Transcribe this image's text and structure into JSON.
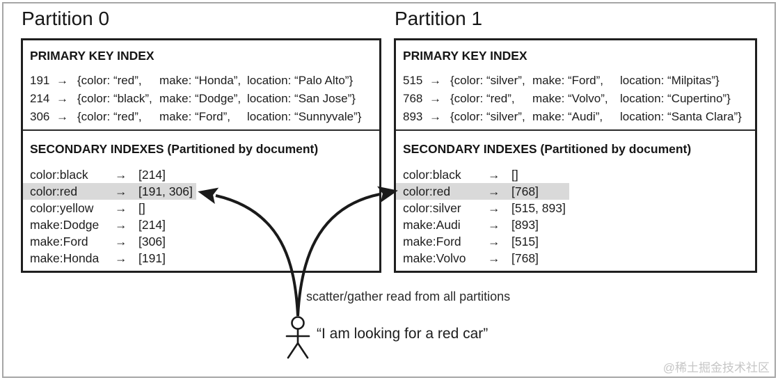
{
  "colors": {
    "highlight": "#d9d9d9",
    "ink": "#1f1f1f",
    "frame_gray": "#a6a6a6",
    "watermark_gray": "#c6c6c6"
  },
  "glyphs": {
    "maps_to": "→"
  },
  "partitions": [
    {
      "title": "Partition 0",
      "primary_heading": "PRIMARY KEY INDEX",
      "primary_rows": [
        {
          "id": "191",
          "color": "{color: “red”,",
          "make": "make: “Honda”,",
          "location": "location: “Palo Alto”}"
        },
        {
          "id": "214",
          "color": "{color: “black”,",
          "make": "make: “Dodge”,",
          "location": "location: “San Jose”}"
        },
        {
          "id": "306",
          "color": "{color: “red”,",
          "make": "make: “Ford”,",
          "location": "location: “Sunnyvale”}"
        }
      ],
      "secondary_heading": "SECONDARY INDEXES (Partitioned by document)",
      "secondary_rows": [
        {
          "key": "color:black",
          "value": "[214]"
        },
        {
          "key": "color:red",
          "value": "[191, 306]",
          "highlighted": true
        },
        {
          "key": "color:yellow",
          "value": "[]"
        },
        {
          "key": "make:Dodge",
          "value": "[214]"
        },
        {
          "key": "make:Ford",
          "value": "[306]"
        },
        {
          "key": "make:Honda",
          "value": "[191]"
        }
      ]
    },
    {
      "title": "Partition 1",
      "primary_heading": "PRIMARY KEY INDEX",
      "primary_rows": [
        {
          "id": "515",
          "color": "{color: “silver”,",
          "make": "make: “Ford”,",
          "location": "location: “Milpitas”}"
        },
        {
          "id": "768",
          "color": "{color: “red”,",
          "make": "make: “Volvo”,",
          "location": "location: “Cupertino”}"
        },
        {
          "id": "893",
          "color": "{color: “silver”,",
          "make": "make: “Audi”,",
          "location": "location: “Santa Clara”}"
        }
      ],
      "secondary_heading": "SECONDARY INDEXES (Partitioned by document)",
      "secondary_rows": [
        {
          "key": "color:black",
          "value": "[]"
        },
        {
          "key": "color:red",
          "value": "[768]",
          "highlighted": true
        },
        {
          "key": "color:silver",
          "value": "[515, 893]"
        },
        {
          "key": "make:Audi",
          "value": "[893]"
        },
        {
          "key": "make:Ford",
          "value": "[515]"
        },
        {
          "key": "make:Volvo",
          "value": "[768]"
        }
      ]
    }
  ],
  "annotation": "scatter/gather read from all partitions",
  "user_quote": "“I am looking for a red car”",
  "watermark": "@稀土掘金技术社区"
}
